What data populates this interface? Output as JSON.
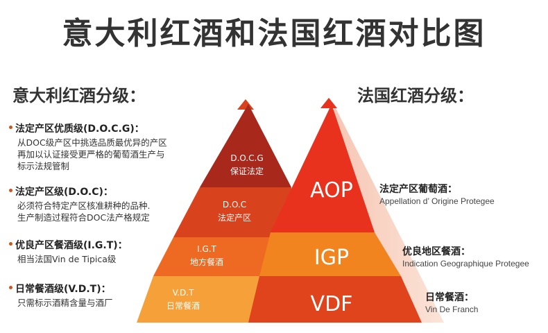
{
  "title": "意大利红酒和法国红酒对比图",
  "italy": {
    "heading": "意大利红酒分级：",
    "items": [
      {
        "name": "法定产区优质级(D.O.C.G)：",
        "desc": [
          "从DOC级产区中挑选品质最优异的产区",
          "再加以认证接受更严格的葡萄酒生产与",
          "标示法规管制"
        ]
      },
      {
        "name": "法定产区级(D.O.C)：",
        "desc": [
          "必须符合特定产区核准耕种的品种.",
          "生产制造过程符合DOC法产格规定"
        ]
      },
      {
        "name": "优良产区餐酒级(I.G.T)：",
        "desc": [
          "相当法国Vin de Tipica级"
        ]
      },
      {
        "name": "日常餐酒级(V.D.T)：",
        "desc": [
          "只需标示酒精含量与酒厂"
        ]
      }
    ],
    "pyramid": [
      {
        "code": "D.O.C.G",
        "cn": "保证法定"
      },
      {
        "code": "D.O.C",
        "cn": "法定产区"
      },
      {
        "code": "I.G.T",
        "cn": "地方餐酒"
      },
      {
        "code": "V.D.T",
        "cn": "日常餐酒"
      }
    ],
    "colors": [
      "#a8281c",
      "#d8421c",
      "#ee6a22",
      "#f6a03a"
    ]
  },
  "france": {
    "heading": "法国红酒分级：",
    "pyramid": [
      "AOP",
      "IGP",
      "VDF"
    ],
    "labels": [
      {
        "cn": "法定产区葡萄酒：",
        "en": "Appellation d’ Origine Protegee"
      },
      {
        "cn": "优良地区餐酒：",
        "en": "Indication Geographique Protegee"
      },
      {
        "cn": "日常餐酒：",
        "en": "Vin De Franch"
      }
    ],
    "colors": [
      "#e8321e",
      "#f28420",
      "#e0441c"
    ]
  }
}
